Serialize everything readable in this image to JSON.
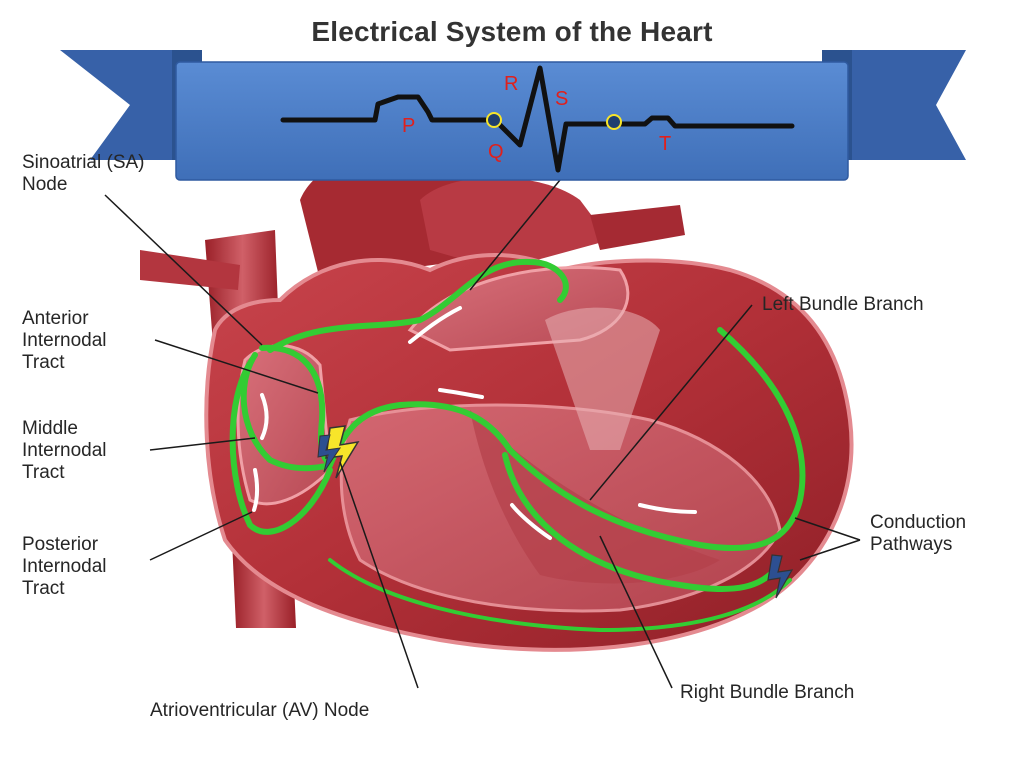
{
  "title": "Electrical System of the Heart",
  "ecg": {
    "waves": {
      "p": "P",
      "q": "Q",
      "r": "R",
      "s": "S",
      "t": "T"
    }
  },
  "labels": {
    "sa_node": "Sinoatrial (SA)\nNode",
    "anterior_internodal": "Anterior\nInternodal\nTract",
    "middle_internodal": "Middle\nInternodal\nTract",
    "posterior_internodal": "Posterior\nInternodal\nTract",
    "av_node": "Atrioventricular (AV) Node",
    "left_bundle": "Left Bundle Branch",
    "conduction": "Conduction\nPathways",
    "right_bundle": "Right Bundle Branch"
  },
  "colors": {
    "banner": "#4a7cc3",
    "banner_dark": "#3761a8",
    "pathway": "#33cc33",
    "wave_letters": "#e0201c",
    "heart": "#b82e35",
    "lightning": "#f7e52a"
  }
}
